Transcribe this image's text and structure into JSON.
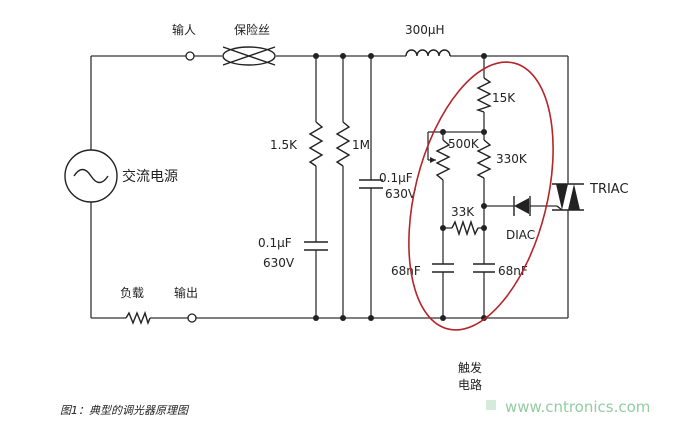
{
  "labels": {
    "input": "输人",
    "fuse": "保险丝",
    "inductor": "300μH",
    "ac_source": "交流电源",
    "r_1_5k": "1.5K",
    "r_1m": "1M",
    "cap_left_value": "0.1μF",
    "cap_left_voltage": "630V",
    "cap_mid_value": "0.1μF",
    "cap_mid_voltage": "630V",
    "r_15k": "15K",
    "pot_500k": "500K",
    "r_330k": "330K",
    "r_33k": "33K",
    "diac": "DIAC",
    "triac": "TRIAC",
    "cap_68nf_left": "68nF",
    "cap_68nf_right": "68nF",
    "load": "负载",
    "output": "输出",
    "trigger_line1": "触发",
    "trigger_line2": "电路"
  },
  "caption": "图1：典型的调光器原理图",
  "watermark": "www.cntronics.com",
  "colors": {
    "wire": "#333333",
    "highlight_ellipse": "#b5252a",
    "watermark": "#7fc58f"
  }
}
